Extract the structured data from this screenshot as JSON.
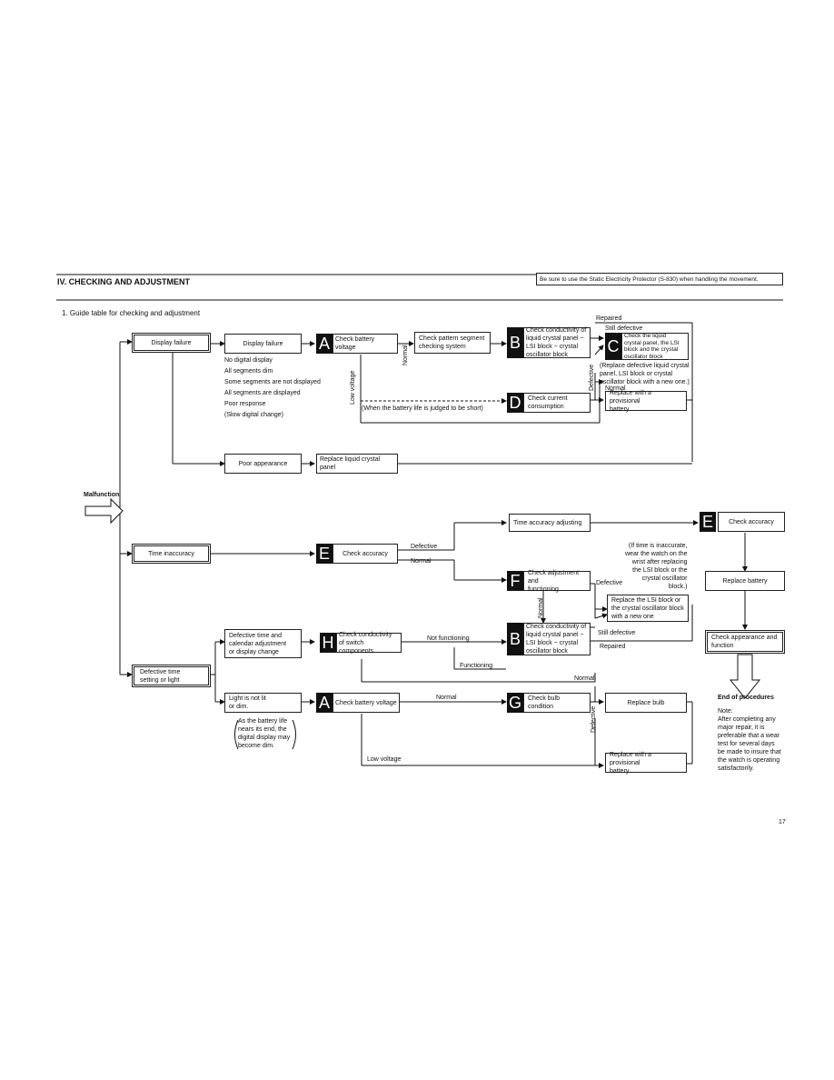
{
  "header": {
    "section_title": "IV. CHECKING AND ADJUSTMENT",
    "warning": "Be sure to use the Static Electricity Protector (S-830) when handling the movement.",
    "subtitle": "1.  Guide table for checking and adjustment"
  },
  "start": {
    "label": "Malfunction"
  },
  "symptoms": {
    "display_failure": "Display failure",
    "time_inaccuracy": "Time inaccuracy",
    "defective_time_setting": "Defective time\nsetting or light"
  },
  "display_branch": {
    "detail_box": "Display failure",
    "sub_symptoms": [
      "No digital display",
      "All segments dim",
      "Some segments are not displayed",
      "All segments are displayed",
      "Poor response",
      "(Slow digital change)"
    ],
    "poor_appearance": "Poor appearance",
    "replace_lcd": "Replace liquid crystal panel"
  },
  "steps": {
    "A": "Check battery voltage",
    "pattern": "Check pattern segment\nchecking system",
    "B": "Check conductivity of\nliquid crystal panel ~\nLSI block ~ crystal\noscillator block",
    "C": "Check the liquid\ncrystal panel, the LSI\nblock and the crystal\noscillator block",
    "D": "Check current\nconsumption",
    "replace_provisional": "Replace with a provisional\nbattery",
    "E": "Check accuracy",
    "time_adjusting": "Time accuracy adjusting",
    "F": "Check adjustment and\nfunctioning",
    "replace_lsi": "Replace the LSI block or\nthe crystal oscillator block\nwith a new one",
    "H": "Check conductivity\nof switch components",
    "G": "Check bulb condition",
    "replace_bulb": "Replace bulb"
  },
  "light_branch": {
    "box": "Defective time and\ncalendar adjustment\nor display change",
    "light_box": "Light is not lit\nor dim.",
    "note": "As the battery life\nnears its end, the\ndigital display may\nbecome dim."
  },
  "labels": {
    "repaired": "Repaired",
    "still_defective": "Still defective",
    "normal": "Normal",
    "low_voltage": "Low voltage",
    "defective": "Defective",
    "battery_short": "(When the battery life is judged to be short)",
    "replace_note": "(Replace defective liquid crystal\npanel, LSI block or crystal\noscillator block with a new one.)",
    "inaccurate_note": "(If time is inaccurate,\nwear the watch on the\nwrist after replacing\nthe LSI block or the\ncrystal oscillator\nblock.)",
    "not_functioning": "Not functioning",
    "functioning": "Functioning"
  },
  "final": {
    "check_accuracy": "Check accuracy",
    "replace_battery": "Replace battery",
    "check_appearance": "Check appearance and\nfunction",
    "end": "End of procedures",
    "note_title": "Note:",
    "note_body": "After completing any\nmajor repair, it is\npreferable that a wear\ntest for several days\nbe made to insure that\nthe watch is operating\nsatisfactorily."
  },
  "page_number": "17",
  "letters": {
    "A": "A",
    "B": "B",
    "C": "C",
    "D": "D",
    "E": "E",
    "F": "F",
    "G": "G",
    "H": "H"
  }
}
